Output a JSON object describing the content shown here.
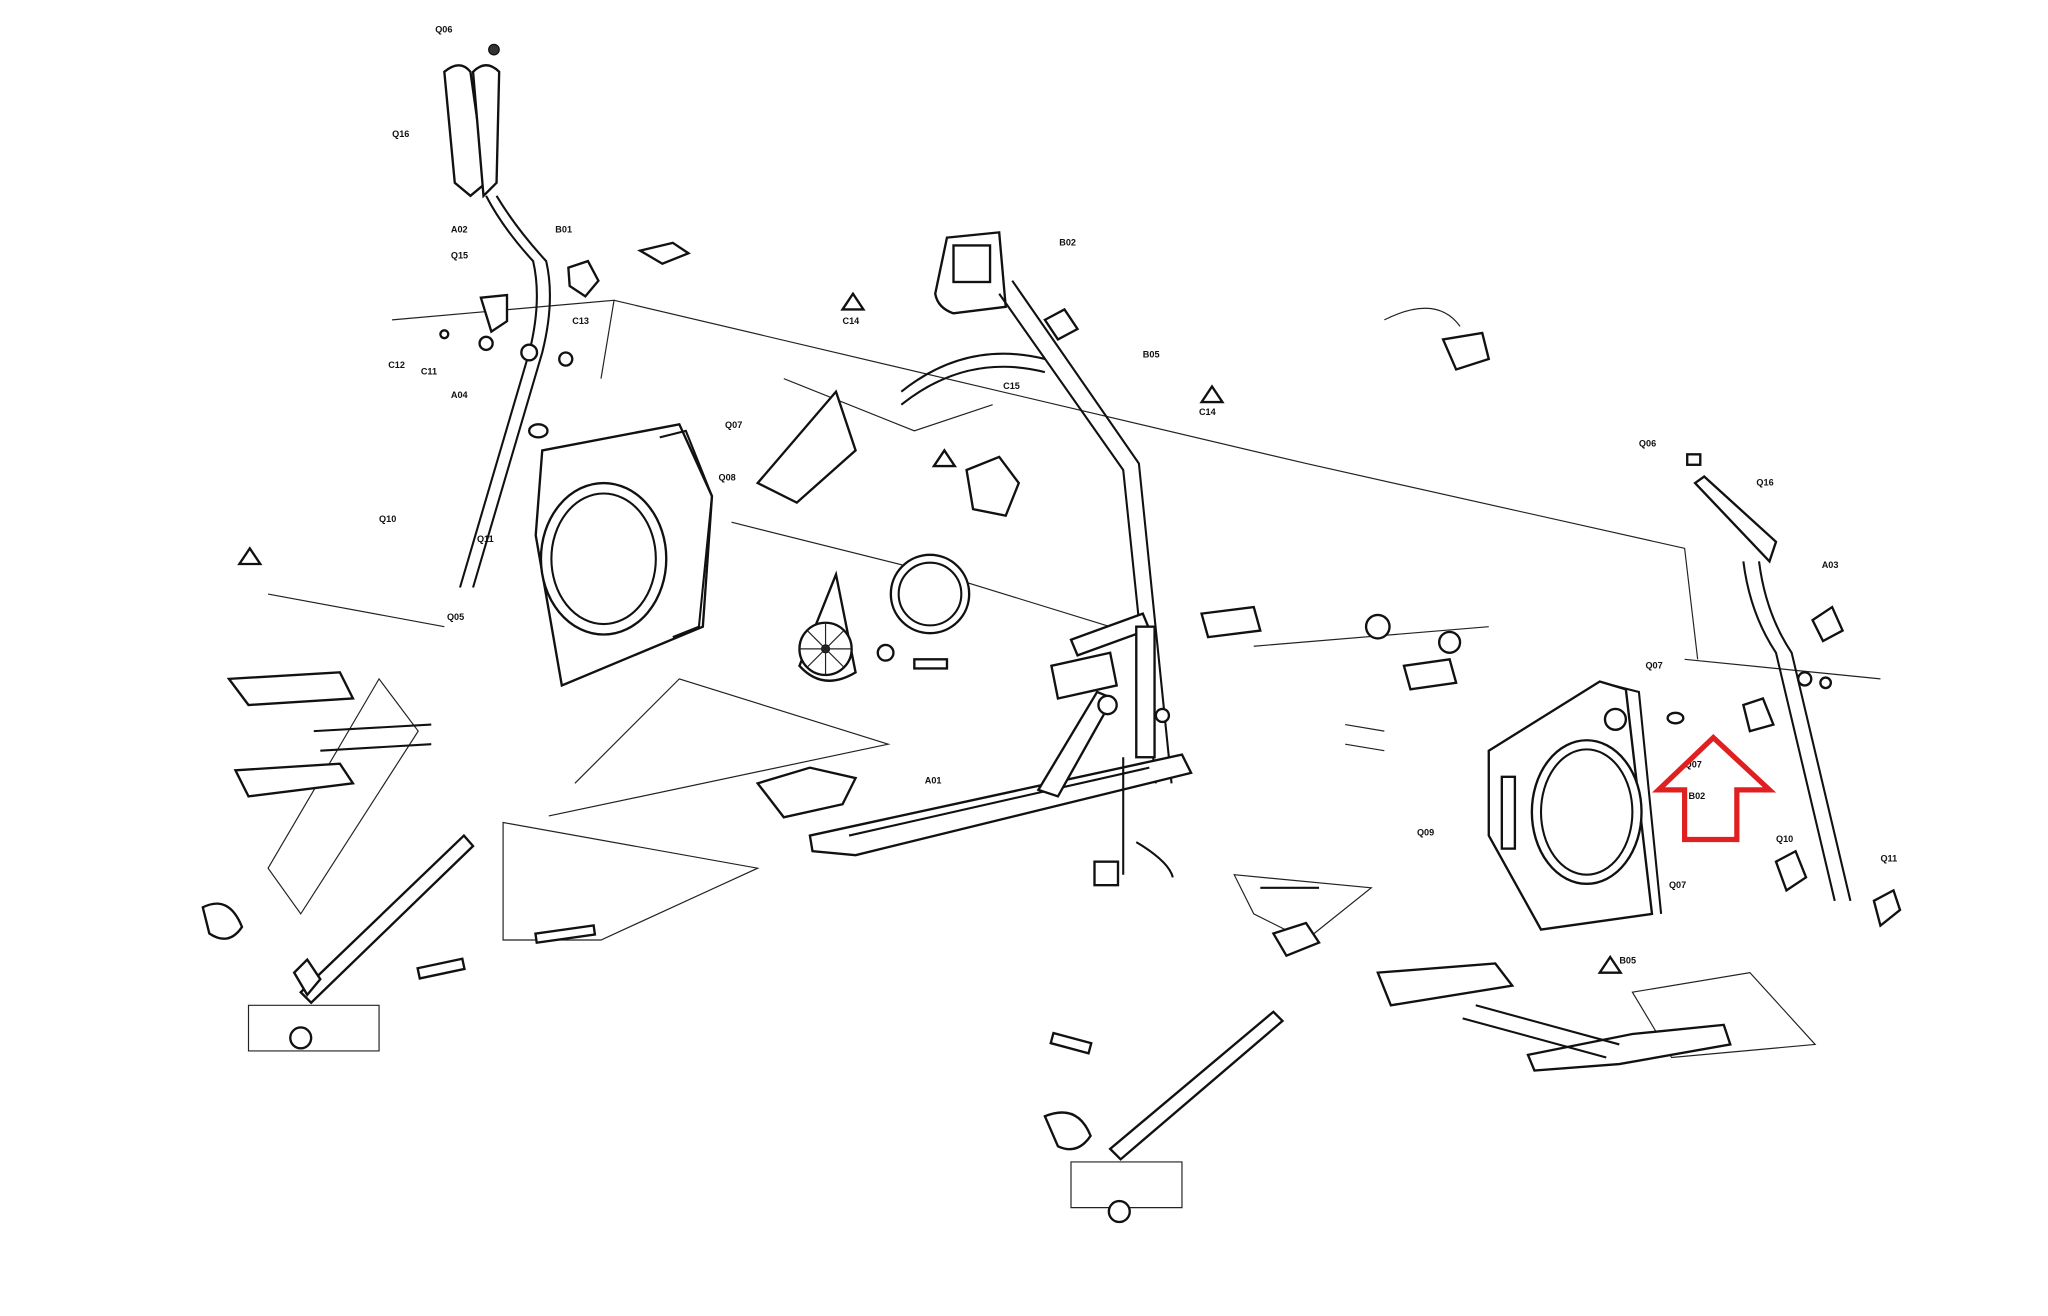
{
  "diagram": {
    "type": "exploded parts diagram",
    "highlight_color": "#e02020",
    "highlight_icon": "arrow-up-outline",
    "part_labels": [
      "Q06",
      "Q16",
      "A02",
      "Q15",
      "C12",
      "C11",
      "A04",
      "Q07",
      "Q08",
      "B01",
      "C13",
      "C14",
      "C15",
      "B05",
      "Q10",
      "Q11",
      "Q05",
      "A01",
      "B02",
      "Q07",
      "Q07",
      "Q09",
      "Q10",
      "Q11",
      "Q06",
      "Q16",
      "A03",
      "C14",
      "B05",
      "B02",
      "Q07"
    ]
  }
}
